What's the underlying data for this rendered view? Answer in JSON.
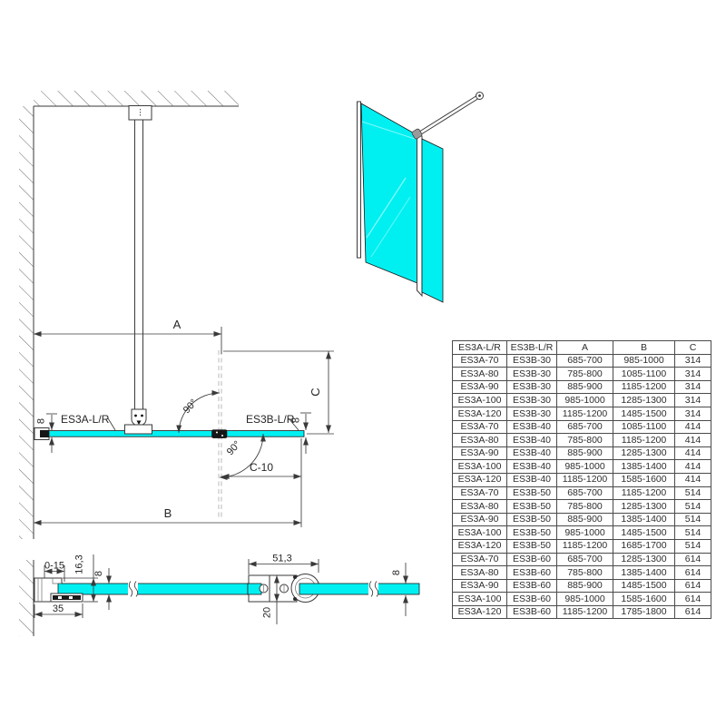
{
  "colors": {
    "glass": "#00f0f2",
    "line": "#3a3a3a"
  },
  "plan_view": {
    "dim_a": "A",
    "dim_b": "B",
    "dim_c": "C",
    "dim_c_minus_10": "C-10",
    "angle_upper": "90°",
    "angle_lower": "90°",
    "model_left": "ES3A-L/R",
    "model_right": "ES3B-L/R",
    "thickness_left": "8",
    "thickness_right": "8"
  },
  "wall_profile_section": {
    "adjustment": "0-15",
    "depth": "16,3",
    "glass": "8",
    "width": "35"
  },
  "connector_section": {
    "width": "51,3",
    "height": "20",
    "glass": "8"
  },
  "table": {
    "headers": [
      "ES3A-L/R",
      "ES3B-L/R",
      "A",
      "B",
      "C"
    ],
    "rows": [
      [
        "ES3A-70",
        "ES3B-30",
        "685-700",
        "985-1000",
        "314"
      ],
      [
        "ES3A-80",
        "ES3B-30",
        "785-800",
        "1085-1100",
        "314"
      ],
      [
        "ES3A-90",
        "ES3B-30",
        "885-900",
        "1185-1200",
        "314"
      ],
      [
        "ES3A-100",
        "ES3B-30",
        "985-1000",
        "1285-1300",
        "314"
      ],
      [
        "ES3A-120",
        "ES3B-30",
        "1185-1200",
        "1485-1500",
        "314"
      ],
      [
        "ES3A-70",
        "ES3B-40",
        "685-700",
        "1085-1100",
        "414"
      ],
      [
        "ES3A-80",
        "ES3B-40",
        "785-800",
        "1185-1200",
        "414"
      ],
      [
        "ES3A-90",
        "ES3B-40",
        "885-900",
        "1285-1300",
        "414"
      ],
      [
        "ES3A-100",
        "ES3B-40",
        "985-1000",
        "1385-1400",
        "414"
      ],
      [
        "ES3A-120",
        "ES3B-40",
        "1185-1200",
        "1585-1600",
        "414"
      ],
      [
        "ES3A-70",
        "ES3B-50",
        "685-700",
        "1185-1200",
        "514"
      ],
      [
        "ES3A-80",
        "ES3B-50",
        "785-800",
        "1285-1300",
        "514"
      ],
      [
        "ES3A-90",
        "ES3B-50",
        "885-900",
        "1385-1400",
        "514"
      ],
      [
        "ES3A-100",
        "ES3B-50",
        "985-1000",
        "1485-1500",
        "514"
      ],
      [
        "ES3A-120",
        "ES3B-50",
        "1185-1200",
        "1685-1700",
        "514"
      ],
      [
        "ES3A-70",
        "ES3B-60",
        "685-700",
        "1285-1300",
        "614"
      ],
      [
        "ES3A-80",
        "ES3B-60",
        "785-800",
        "1385-1400",
        "614"
      ],
      [
        "ES3A-90",
        "ES3B-60",
        "885-900",
        "1485-1500",
        "614"
      ],
      [
        "ES3A-100",
        "ES3B-60",
        "985-1000",
        "1585-1600",
        "614"
      ],
      [
        "ES3A-120",
        "ES3B-60",
        "1185-1200",
        "1785-1800",
        "614"
      ]
    ]
  }
}
